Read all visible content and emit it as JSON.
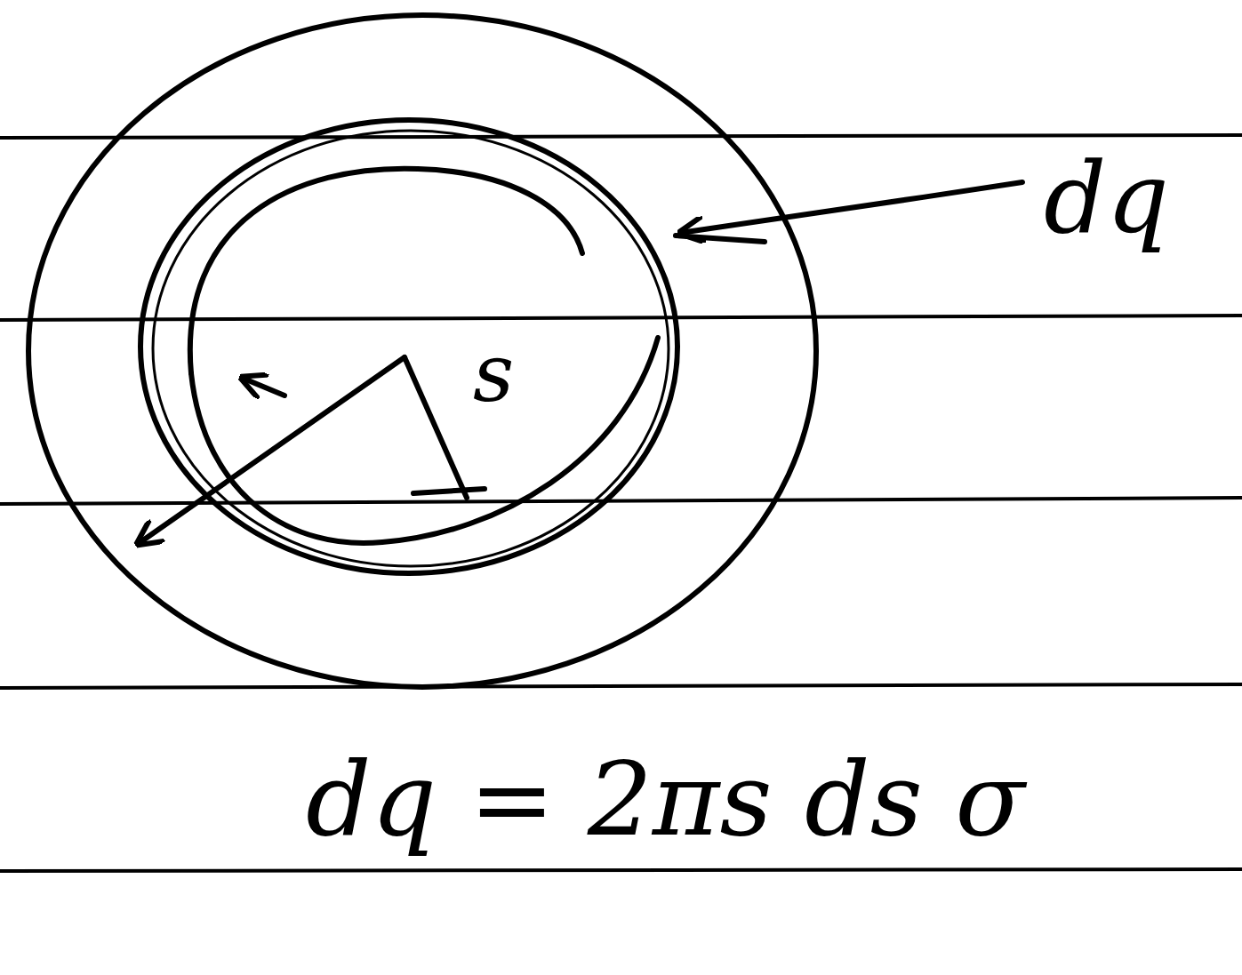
{
  "diagram": {
    "labels": [
      "dq",
      "s",
      "dq = 2πs ds σ"
    ]
  }
}
